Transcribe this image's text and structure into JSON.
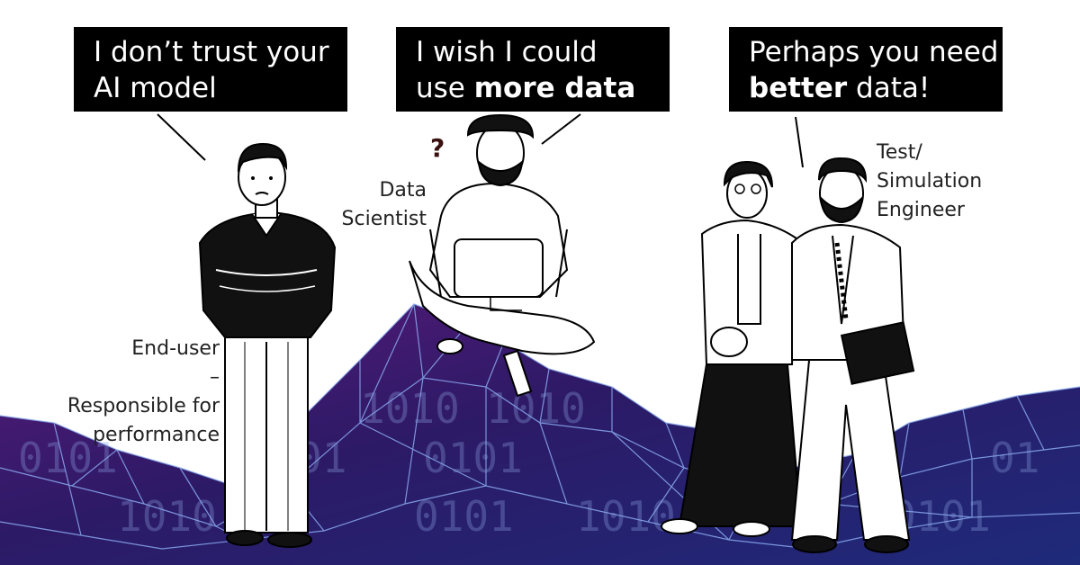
{
  "bubbles": [
    {
      "line1": "I don’t trust your",
      "line2": "AI model"
    },
    {
      "line1": "I wish I could",
      "line2_pre": "use ",
      "line2_bold": "more data"
    },
    {
      "line1": "Perhaps you need",
      "line2_bold": "better",
      "line2_post": " data!"
    }
  ],
  "roles": {
    "end_user": [
      "End-user",
      "–",
      "Responsible for",
      "performance"
    ],
    "data_scientist": [
      "Data",
      "Scientist"
    ],
    "engineer": [
      "Test/",
      "Simulation",
      "Engineer"
    ]
  },
  "question_mark": "?",
  "background_binary": [
    "0101",
    "1010",
    "01",
    "1010",
    "1010",
    "0101",
    "0101",
    "1010",
    "01",
    "0101"
  ],
  "colors": {
    "bubble_bg": "#000000",
    "bubble_text": "#ffffff",
    "mesh_dark": "#2a0f4f",
    "mesh_mid": "#4a1c78",
    "mesh_line": "#8aaaf0",
    "label_text": "#222222"
  }
}
